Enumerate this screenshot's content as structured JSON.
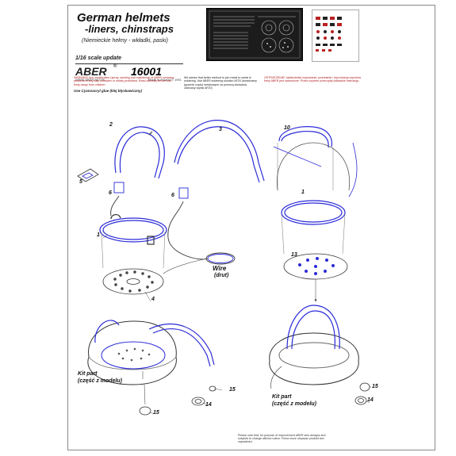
{
  "header": {
    "title": "German helmets",
    "subtitle": "-liners, chinstraps",
    "polish_subtitle": "(Niemieckie hełmy - wkładki, paski)",
    "scale": "1/16 scale update",
    "brand": "ABER",
    "registered": "®",
    "product_code": "16001",
    "website": "WWW.ABER.NET.PL",
    "made_in": "Made in Poland © 1991"
  },
  "instructions": {
    "warning_en": "WARNING! Any modification (spray, sanding and machining) of ABER company products in any way forbidden or strictly prohibited. Read carefully before use. Keep away from children.",
    "glue_note": "Use Cyanoacryl glue (klej błyskawiczny)",
    "soldering_note": "We advise that better method to join metal to metal is soldering. Use ABER soldering solution AF20 (doradzamy łączenie części metalowych za pomocą lutowania. Zalecany topnik AF20)",
    "warning_pl": "OSTRZEŻENIE! Jakiekolwiek kopiowanie, powielanie i reprodukcja wyrobów firmy ABER jest zabronione. Przed użyciem przeczytaj dokładnie instrukcję."
  },
  "labels": {
    "wire": "Wire",
    "wire_pl": "(drut)",
    "kit_part_left": "Kit part",
    "kit_part_left_pl": "(część z modelu)",
    "kit_part_right": "Kit part",
    "kit_part_right_pl": "(część z modelu)"
  },
  "part_numbers": [
    "1",
    "2",
    "3",
    "4",
    "5",
    "6",
    "6",
    "10",
    "1",
    "13",
    "14",
    "15",
    "15",
    "14",
    "15"
  ],
  "footer": {
    "text": "Please note that, for purpose of improvement ABER sets designs and subjects to change without notice. Firma moze ulepszac produkt bez zapowiedzi."
  },
  "colors": {
    "line_blue": "#2a2ad8",
    "outline": "#333333",
    "warning_red": "#b02020"
  }
}
